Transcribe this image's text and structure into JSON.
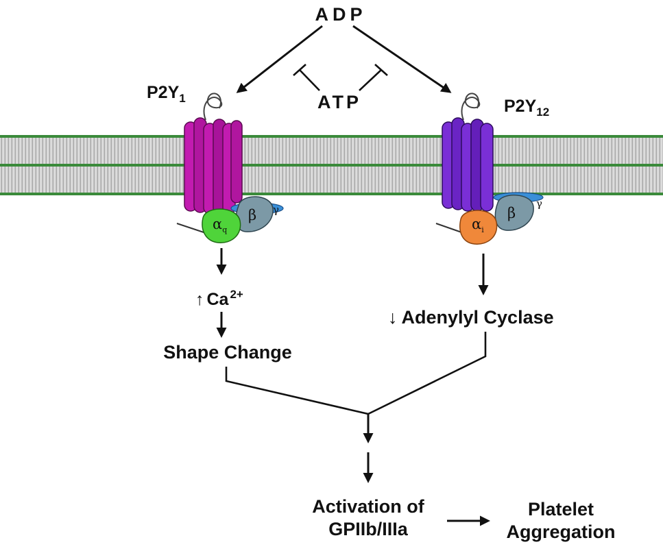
{
  "labels": {
    "adp": "ADP",
    "atp": "ATP",
    "p2y1_main": "P2Y",
    "p2y1_sub": "1",
    "p2y12_main": "P2Y",
    "p2y12_sub": "12",
    "calcium_arrow": "↑",
    "calcium_main": "Ca",
    "calcium_sup": "2+",
    "shape_change": "Shape Change",
    "cyclase_arrow": "↓",
    "adenylyl_cyclase": "Adenylyl Cyclase",
    "activation_line1": "Activation of",
    "activation_line2": "GPIIb/IIIa",
    "aggregation_line1": "Platelet",
    "aggregation_line2": "Aggregation"
  },
  "g_protein": {
    "alpha": "α",
    "alpha_q_sub": "q",
    "alpha_i_sub": "i",
    "beta": "β",
    "gamma": "γ"
  },
  "colors": {
    "p2y1_receptor": "#c21bb0",
    "p2y12_receptor": "#7a2fd6",
    "alpha_q": "#4fd43a",
    "alpha_i": "#f0883a",
    "beta_gamma": "#7c99a6",
    "gamma_band": "#3a8fd8",
    "membrane_green": "#3a8a3a",
    "membrane_gray": "#9a9a9a"
  }
}
